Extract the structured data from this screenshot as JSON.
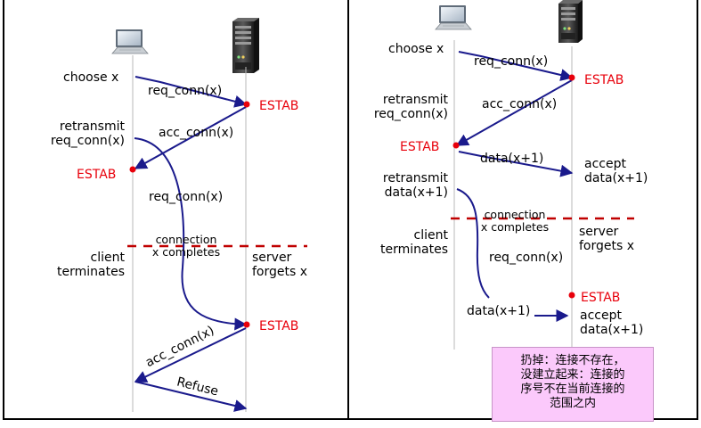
{
  "colors": {
    "arrow": "#1a1a8c",
    "estab": "#e8000b",
    "terminate_line": "#c00000",
    "note_bg": "#fbc9fb"
  },
  "icons": [
    "laptop-icon",
    "server-tower-icon"
  ],
  "left": {
    "choose": "choose x",
    "req1": "req_conn(x)",
    "estab_server": "ESTAB",
    "retransmit_1": "retransmit",
    "retransmit_2": "req_conn(x)",
    "acc": "acc_conn(x)",
    "estab_client": "ESTAB",
    "req2": "req_conn(x)",
    "connection": "connection",
    "x_completes": "x completes",
    "client": "client",
    "terminates": "terminates",
    "server": "server",
    "forgets": "forgets x",
    "estab_server2": "ESTAB",
    "acc2": "acc_conn(x)",
    "refuse": "Refuse"
  },
  "right": {
    "choose": "choose x",
    "req1": "req_conn(x)",
    "estab_server": "ESTAB",
    "retransmit_1": "retransmit",
    "retransmit_2": "req_conn(x)",
    "acc": "acc_conn(x)",
    "estab_client": "ESTAB",
    "data": "data(x+1)",
    "accept_1": "accept",
    "accept_2": "data(x+1)",
    "retransmit2_1": "retransmit",
    "retransmit2_2": "data(x+1)",
    "connection": "connection",
    "x_completes": "x completes",
    "client": "client",
    "terminates": "terminates",
    "server": "server",
    "forgets": "forgets x",
    "req2": "req_conn(x)",
    "estab_server2": "ESTAB",
    "data2": "data(x+1)",
    "accept2_1": "accept",
    "accept2_2": "data(x+1)",
    "note": [
      "扔掉：连接不存在，",
      "没建立起来：连接的",
      "序号不在当前连接的",
      "范围之内"
    ]
  }
}
